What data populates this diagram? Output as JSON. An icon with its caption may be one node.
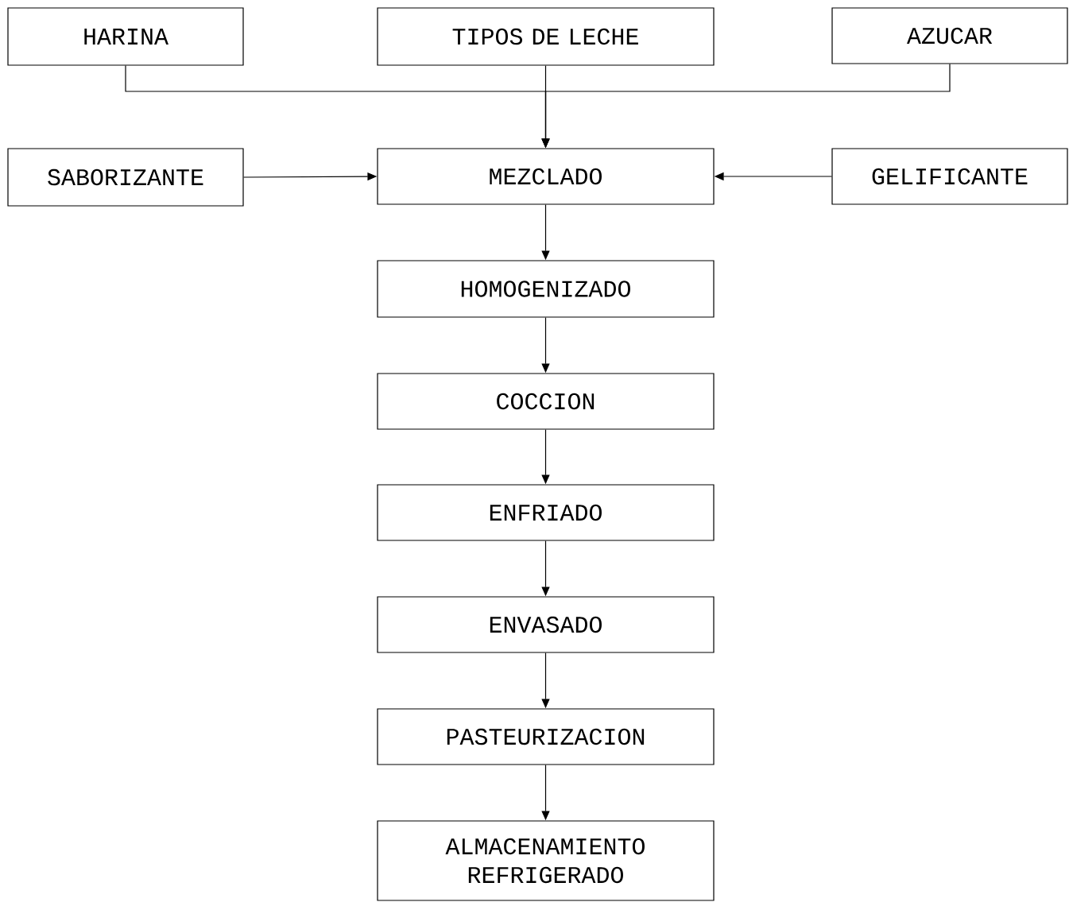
{
  "diagram": {
    "nodes": [
      {
        "text": [
          "HARINA"
        ]
      },
      {
        "text": [
          "TIPOS DE LECHE"
        ]
      },
      {
        "text": [
          "AZUCAR"
        ]
      },
      {
        "text": [
          "SABORIZANTE"
        ]
      },
      {
        "text": [
          "MEZCLADO"
        ]
      },
      {
        "text": [
          "GELIFICANTE"
        ]
      },
      {
        "text": [
          "HOMOGENIZADO"
        ]
      },
      {
        "text": [
          "COCCION"
        ]
      },
      {
        "text": [
          "ENFRIADO"
        ]
      },
      {
        "text": [
          "ENVASADO"
        ]
      },
      {
        "text": [
          "PASTEURIZACION"
        ]
      },
      {
        "text": [
          "ALMACENAMIENTO REFRIGERADO"
        ]
      }
    ],
    "edges": [
      {
        "from": 0,
        "to": 4,
        "arrow": "to"
      },
      {
        "from": 1,
        "to": 4,
        "arrow": "to"
      },
      {
        "from": 2,
        "to": 4,
        "arrow": "to"
      },
      {
        "from": 3,
        "to": 4,
        "arrow": "to"
      },
      {
        "from": 5,
        "to": 4,
        "arrow": "to"
      },
      {
        "from": 4,
        "to": 6,
        "arrow": "to"
      },
      {
        "from": 6,
        "to": 7,
        "arrow": "to"
      },
      {
        "from": 7,
        "to": 8,
        "arrow": "to"
      },
      {
        "from": 8,
        "to": 9,
        "arrow": "to"
      },
      {
        "from": 9,
        "to": 10,
        "arrow": "to"
      },
      {
        "from": 10,
        "to": 11,
        "arrow": "to"
      }
    ]
  }
}
